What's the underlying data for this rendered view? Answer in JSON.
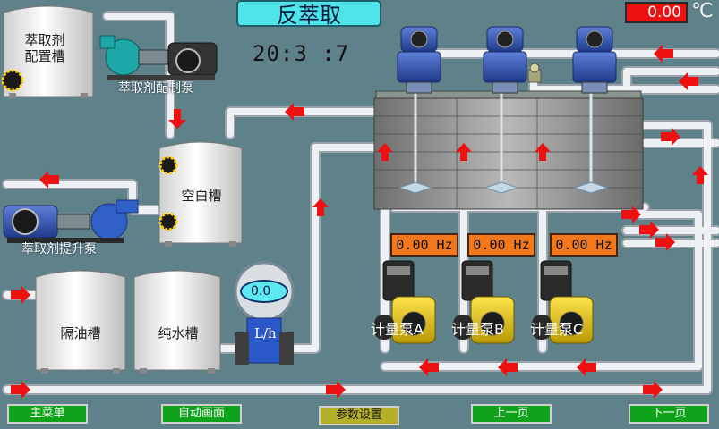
{
  "header": {
    "title": "反萃取",
    "clock": "20:3 :7",
    "temperature_value": "0.00",
    "temperature_unit": "℃"
  },
  "tanks": {
    "extractant_config": "萃取剂\n配置槽",
    "blank": "空白槽",
    "oil_separation": "隔油槽",
    "pure_water": "纯水槽"
  },
  "pumps": {
    "config_pump": "萃取剂配制泵",
    "lift_pump": "萃取剂提升泵",
    "metering_a": "计量泵A",
    "metering_b": "计量泵B",
    "metering_c": "计量泵C"
  },
  "frequencies": [
    {
      "value": "0.00",
      "unit": "Hz"
    },
    {
      "value": "0.00",
      "unit": "Hz"
    },
    {
      "value": "0.00",
      "unit": "Hz"
    }
  ],
  "flowmeter": {
    "value": "0.0",
    "unit": "L/h"
  },
  "nav": {
    "main_menu": "主菜单",
    "auto_screen": "自动画面",
    "param_settings": "参数设置",
    "prev_page": "上一页",
    "next_page": "下一页"
  },
  "colors": {
    "background": "#5f8189",
    "pipe": "#e6e9ec",
    "arrow": "#ee1111",
    "button": "#0fa31b",
    "button_active": "#b5b02a",
    "hz_display": "#f2781e"
  }
}
